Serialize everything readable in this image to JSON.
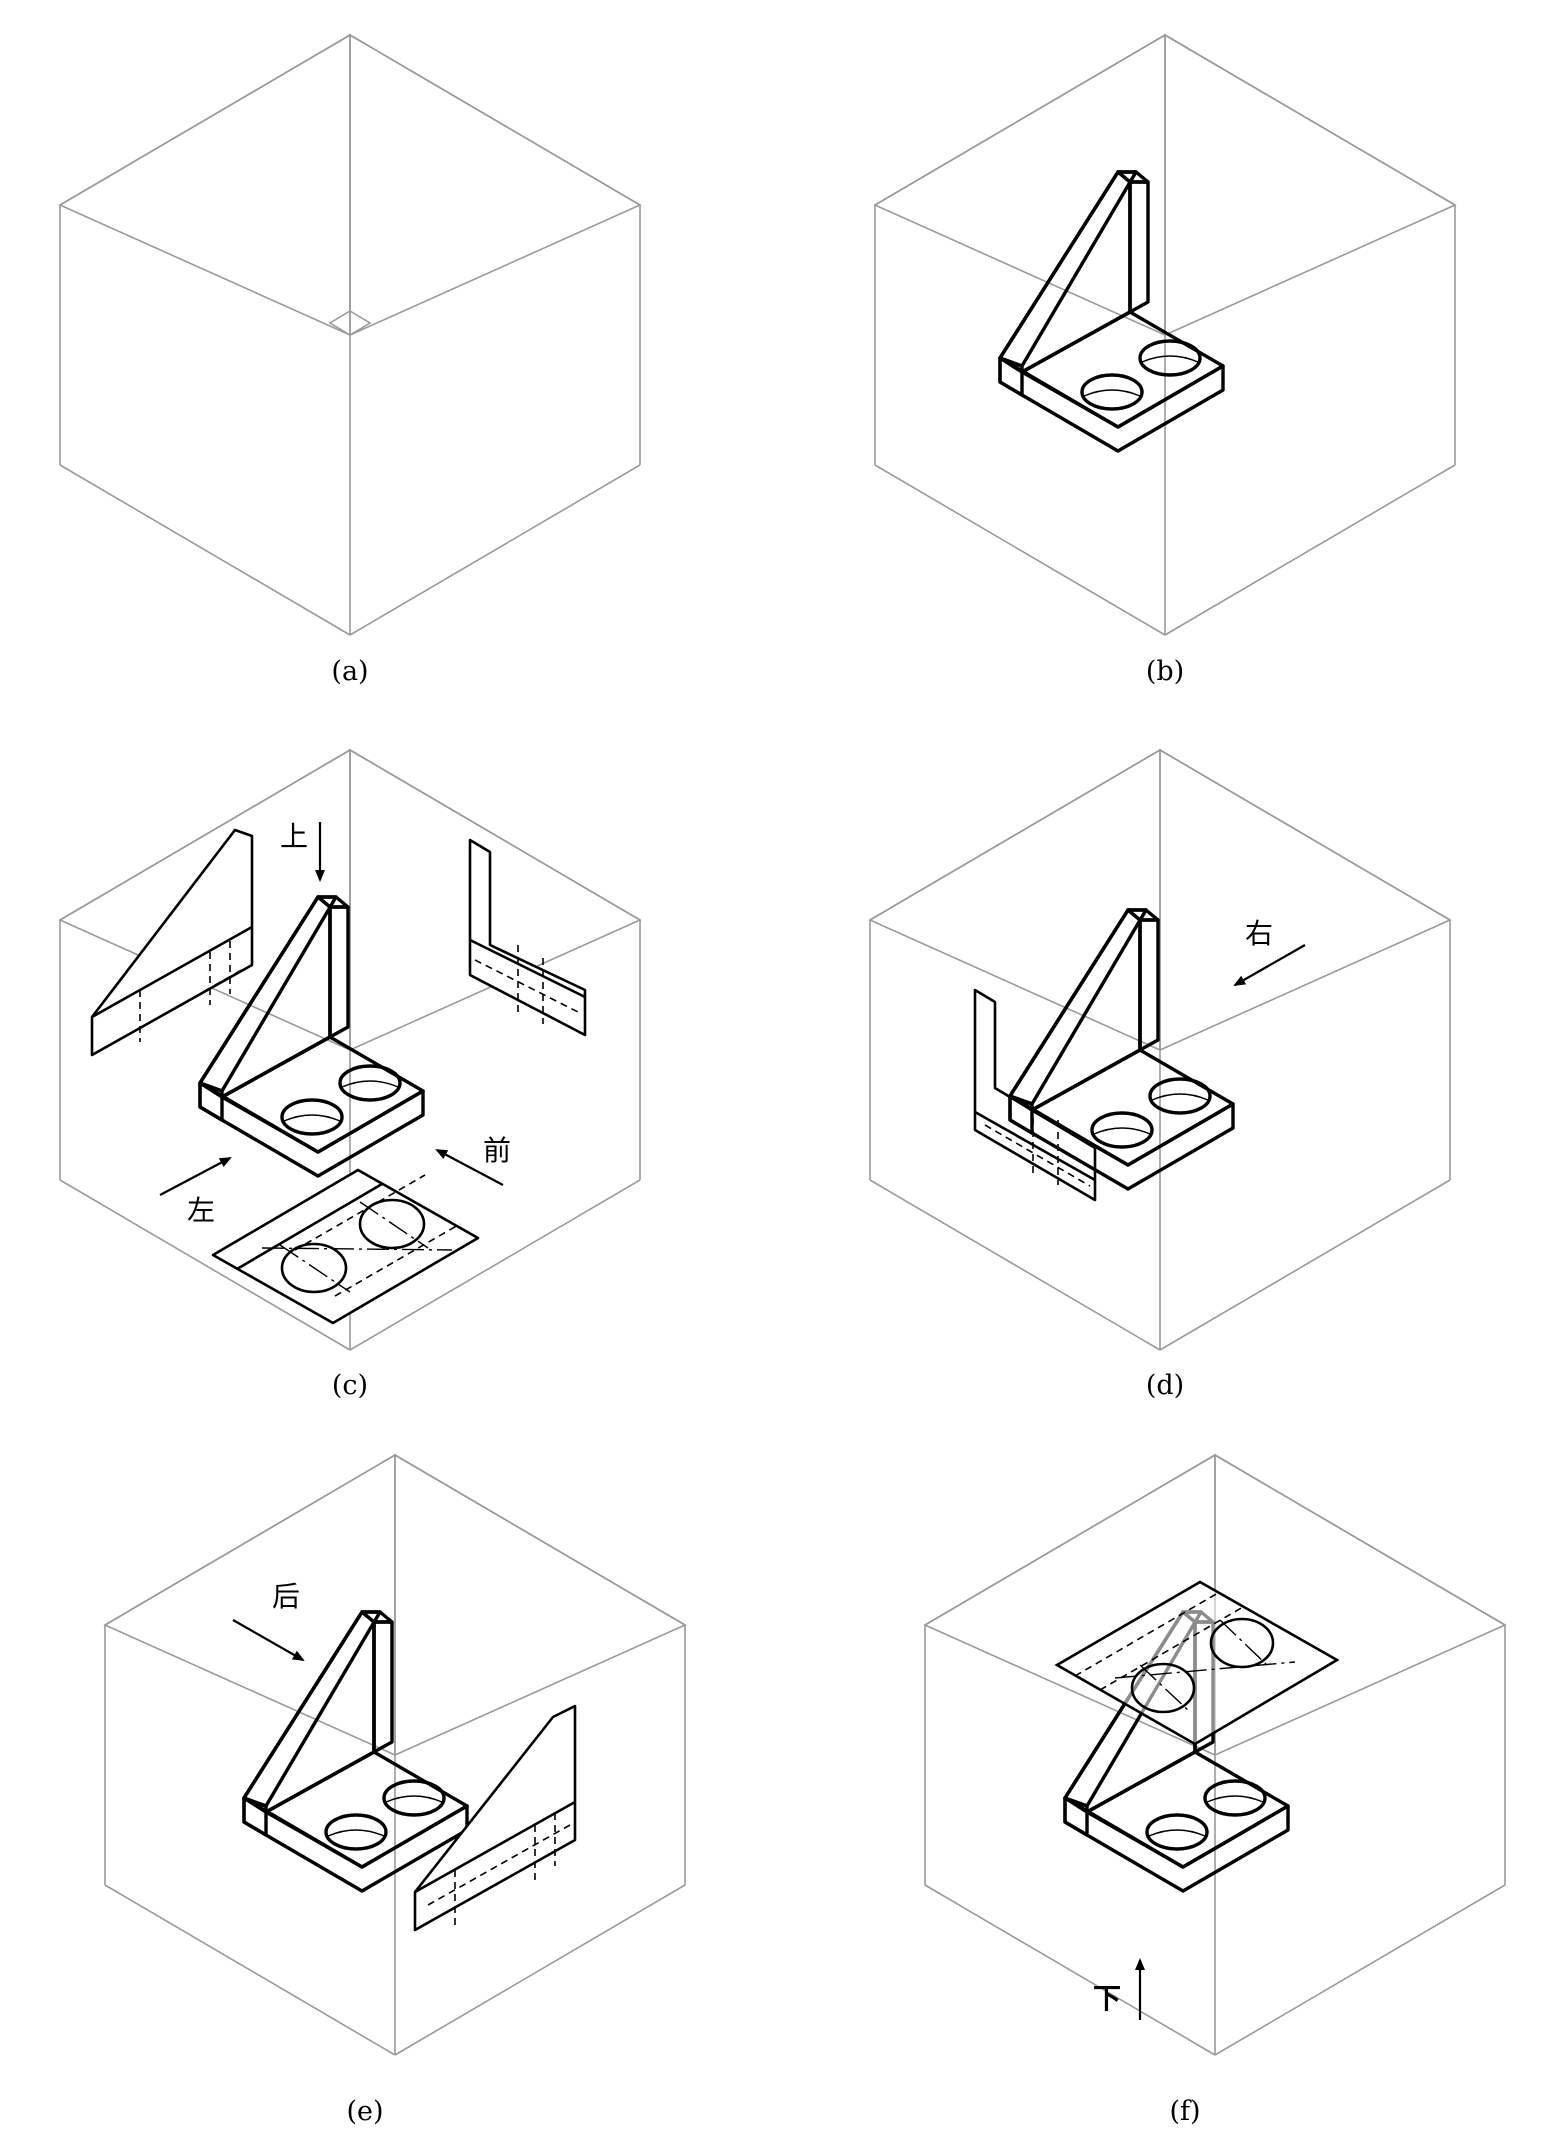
{
  "panels": [
    {
      "caption": "(a)"
    },
    {
      "caption": "(b)"
    },
    {
      "caption": "(c)",
      "arrows": {
        "top": "上",
        "left": "左",
        "front": "前"
      }
    },
    {
      "caption": "(d)",
      "arrows": {
        "right": "右"
      }
    },
    {
      "caption": "(e)",
      "arrows": {
        "back": "后"
      }
    },
    {
      "caption": "(f)",
      "arrows": {
        "bottom": "下"
      }
    }
  ],
  "colors": {
    "box_edges": "#9a9a9a",
    "object_lines": "#000000",
    "shade_light": "#f4f4f4",
    "shade_dark": "#8a8a8a"
  }
}
